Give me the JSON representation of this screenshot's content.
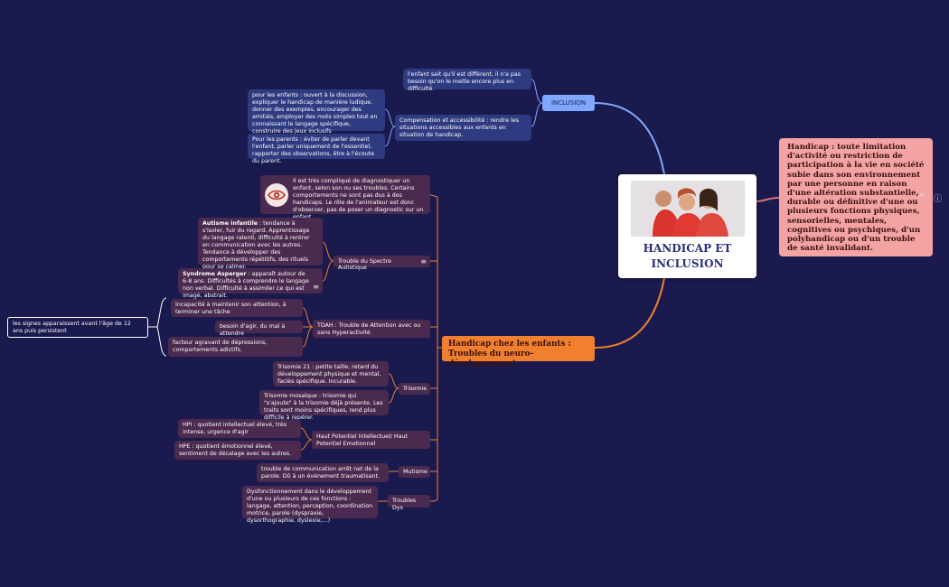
{
  "central": {
    "title_line1": "HANDICAP ET",
    "title_line2": "INCLUSION"
  },
  "definition": "Handicap : toute limitation d'activité ou restriction de participation à la vie en société subie dans son environnement par une personne en raison d'une altération substantielle, durable ou définitive d'une ou plusieurs fonctions physiques, sensorielles, mentales, cognitives ou psychiques, d'un polyhandicap ou d'un trouble de santé invalidant.",
  "inclusion": {
    "label": "INCLUSION",
    "child1": "l'enfant sait qu'il est différent, il n'a pas besoin qu'on le mette encore plus en difficulté.",
    "child2": "Compensation et accessibilité : rendre les situations accessibles aux enfants en situation de handicap.",
    "sub1": "pour les enfants : ouvert  à la discussion, expliquer le handicap de manière ludique, donner des exemples, encourager des amitiés, employer des mots simples tout en connaissant le langage spécifique, construire des jeux inclusifs",
    "sub2": "Pour les parents : éviter de parler devant l'enfant, parler uniquement de l'essentiel, rapporter des observations, être à l'écoute du parent."
  },
  "handicap_branch": {
    "label_line1": "Handicap chez les enfants :",
    "label_line2": "Troubles du neuro-développement",
    "intro": "Il est très compliqué de diagnostiquer un enfant, selon son ou ses troubles. Certains comportements ne sont pas dus à des handicaps. Le rôle de l'animateur est donc d'observer, pas de poser un diagnostic sur un enfant.",
    "tsa": {
      "label": "Trouble du Spectre Autistique",
      "autisme_title": "Autisme infantile",
      "autisme_text": " : tendance à s'isoler, fuir du regard. Apprentissage du langage ralenti, difficulté à rentrer en communication avec les autres. Tendance à développer des comportements répétitifs, des rituels pour se calmer.",
      "asperger_title": "Syndrome Asperger",
      "asperger_text": " : apparaît autour de 6-8 ans. Difficultés à comprendre le langage non verbal. Difficulté à assimiler ce qui est imagé, abstrait."
    },
    "tdah": {
      "label": "TDAH : Trouble de Attention avec ou sans Hyperactivité",
      "c1": "Incapacité à maintenir son attention, à terminer une tâche",
      "c2": "besoin d'agir, du mal à attendre",
      "c3": "facteur agravant de dépressions, comportements adictifs.",
      "summary": "les signes apparaissent avant l'âge de 12 ans puis persistent"
    },
    "trisomie": {
      "label": "Trisomie",
      "c1": "Trisomie 21 : petite taille, retard du développement physique et mental, faciès spécifique. Incurable.",
      "c2": "Trisomie mosaïque : trisomie qui \"s'ajoute\" à la trisomie déjà présente. Les traits sont moins spécifiques, rend plus difficile à repérer."
    },
    "hpi": {
      "label": "Haut Potentiel Intellectuel/ Haut Potentiel Emotionnel",
      "c1": "HPI : quotient intellectuel élevé, très intense, urgence d'agir",
      "c2": "HPE : quotient émotionnel élevé, sentiment de décalage avec les autres."
    },
    "mutisme": {
      "label": "Mutisme",
      "c1": "trouble de communication arrêt net de la parole. Dû à un événement traumatisant."
    },
    "dys": {
      "label": "Troubles Dys",
      "c1": "Dysfonctionnement dans le développement d'une ou plusieurs de ces fonctions : langage, attention, perception, coordination motrice, parole (dyspraxie, dysorthographie, dyslexie,...)"
    }
  },
  "colors": {
    "background": "#1a1a4e",
    "orange": "#f08030",
    "blue_branch": "#7fa7ff",
    "pink": "#f4a3a3"
  },
  "icons": [
    "external-link-icon",
    "help-icon",
    "note-icon",
    "eye-icon"
  ]
}
